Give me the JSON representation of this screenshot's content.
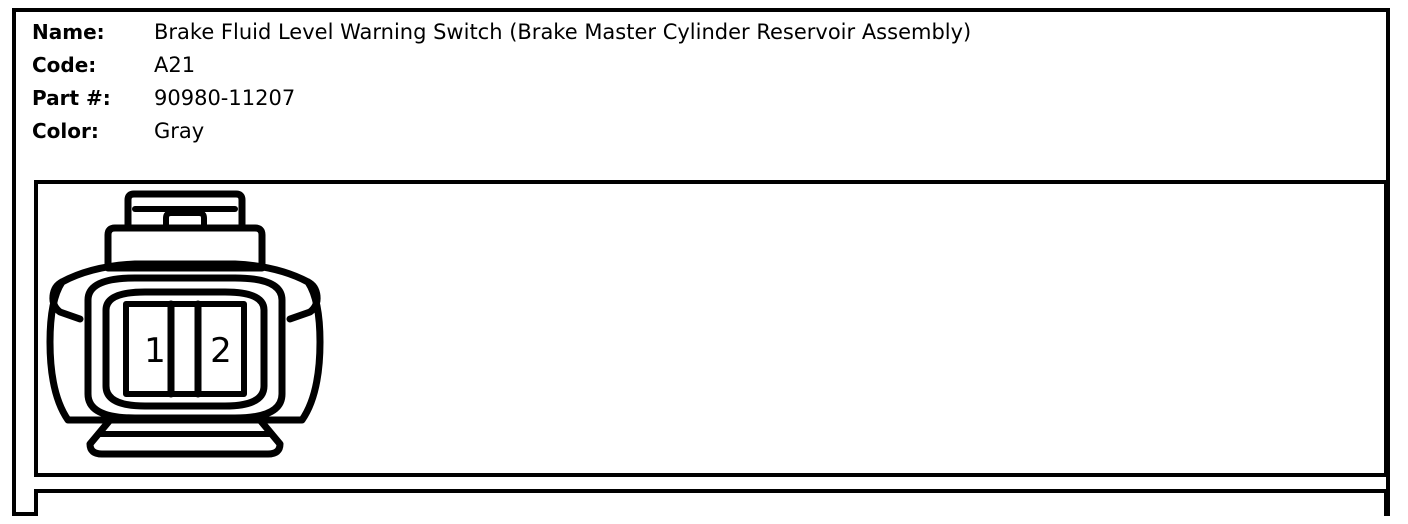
{
  "document": {
    "spec_rows": [
      {
        "label": "Name:",
        "value": "Brake Fluid Level Warning Switch (Brake Master Cylinder Reservoir Assembly)"
      },
      {
        "label": "Code:",
        "value": "A21"
      },
      {
        "label": "Part #:",
        "value": "90980-11207"
      },
      {
        "label": "Color:",
        "value": "Gray"
      }
    ]
  },
  "connector": {
    "icon": "connector-face-view-icon",
    "terminal_count": 2,
    "terminals": [
      {
        "number": "1"
      },
      {
        "number": "2"
      }
    ],
    "parts": {
      "latch": "latch-tab",
      "ear_left": "locking-ear-left",
      "ear_right": "locking-ear-right",
      "skirt": "bottom-skirt",
      "housing": "outer-housing"
    }
  },
  "colors": {
    "line": "#000000",
    "background": "#ffffff"
  }
}
